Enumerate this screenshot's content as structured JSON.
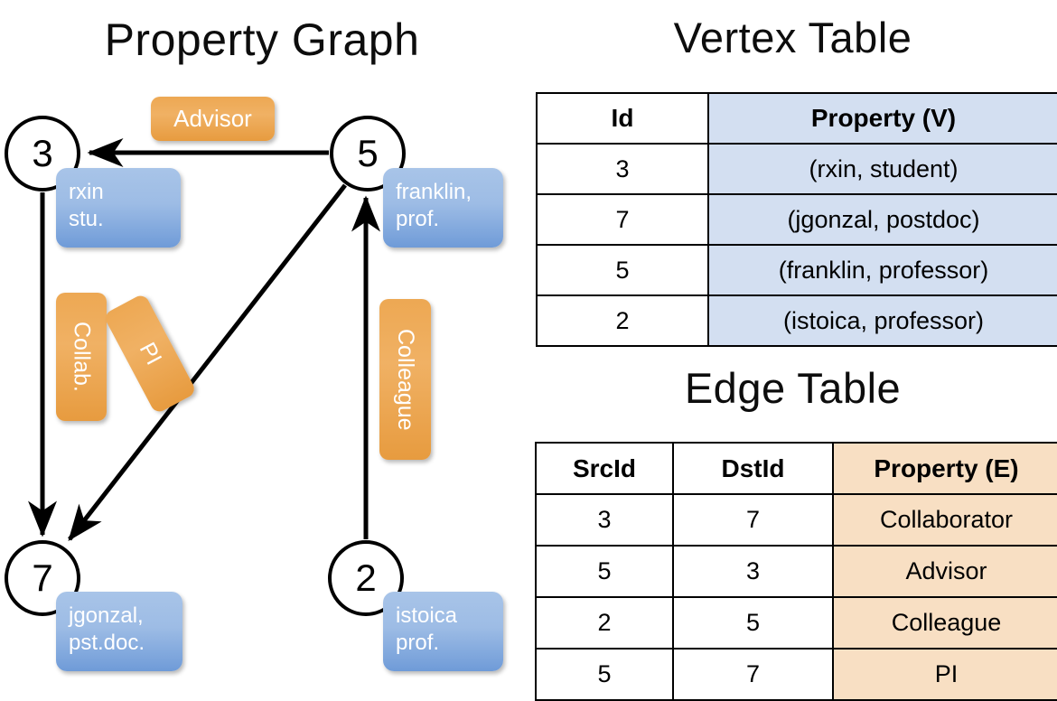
{
  "titles": {
    "property_graph": "Property Graph",
    "vertex_table": "Vertex Table",
    "edge_table": "Edge Table"
  },
  "colors": {
    "vertex_property_fill": "#d3dff1",
    "edge_property_fill": "#f8dfc3",
    "badge_orange": "#eda853",
    "prop_box_blue": "#9dbce5",
    "stroke": "#000000",
    "background": "#ffffff"
  },
  "graph": {
    "nodes": [
      {
        "id": "3",
        "label": "3",
        "property_lines": [
          "rxin",
          "stu."
        ]
      },
      {
        "id": "5",
        "label": "5",
        "property_lines": [
          "franklin,",
          "prof."
        ]
      },
      {
        "id": "7",
        "label": "7",
        "property_lines": [
          "jgonzal,",
          "pst.doc."
        ]
      },
      {
        "id": "2",
        "label": "2",
        "property_lines": [
          "istoica",
          "prof."
        ]
      }
    ],
    "edge_labels": [
      {
        "name": "advisor",
        "text": "Advisor",
        "orientation": "horizontal"
      },
      {
        "name": "collab",
        "text": "Collab.",
        "orientation": "vertical"
      },
      {
        "name": "pi",
        "text": "PI",
        "orientation": "rotated"
      },
      {
        "name": "colleague",
        "text": "Colleague",
        "orientation": "vertical"
      }
    ],
    "edges": [
      {
        "src": "5",
        "dst": "3",
        "label": "Advisor"
      },
      {
        "src": "3",
        "dst": "7",
        "label": "Collab."
      },
      {
        "src": "5",
        "dst": "7",
        "label": "PI"
      },
      {
        "src": "2",
        "dst": "5",
        "label": "Colleague"
      }
    ]
  },
  "vertex_table": {
    "headers": [
      "Id",
      "Property (V)"
    ],
    "rows": [
      {
        "id": "3",
        "property": "(rxin, student)"
      },
      {
        "id": "7",
        "property": "(jgonzal, postdoc)"
      },
      {
        "id": "5",
        "property": "(franklin, professor)"
      },
      {
        "id": "2",
        "property": "(istoica, professor)"
      }
    ]
  },
  "edge_table": {
    "headers": [
      "SrcId",
      "DstId",
      "Property (E)"
    ],
    "rows": [
      {
        "src": "3",
        "dst": "7",
        "property": "Collaborator"
      },
      {
        "src": "5",
        "dst": "3",
        "property": "Advisor"
      },
      {
        "src": "2",
        "dst": "5",
        "property": "Colleague"
      },
      {
        "src": "5",
        "dst": "7",
        "property": "PI"
      }
    ]
  }
}
